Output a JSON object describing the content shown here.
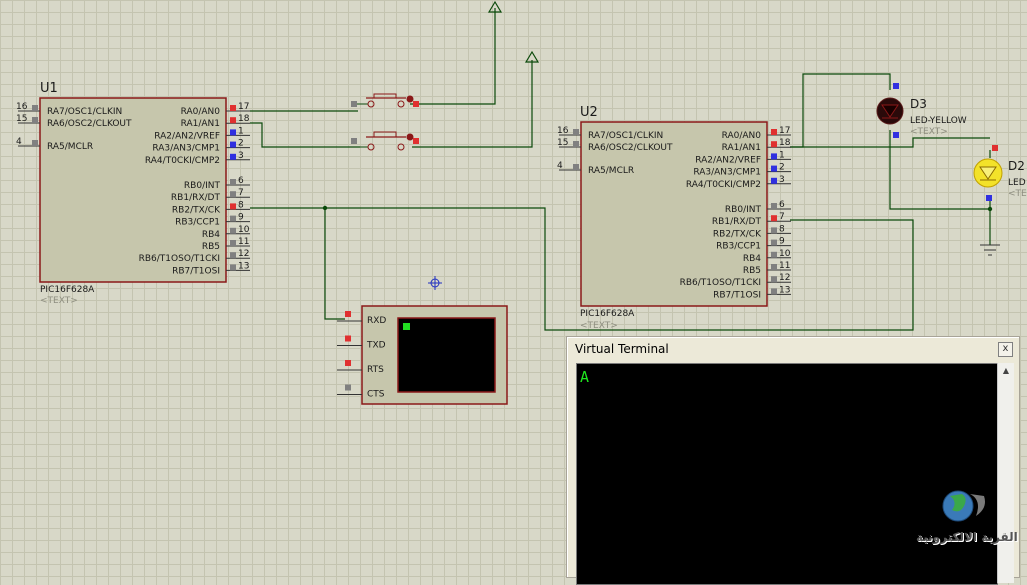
{
  "u1": {
    "ref": "U1",
    "part": "PIC16F628A",
    "text": "<TEXT>",
    "left_pins": [
      {
        "num": "16",
        "label": "RA7/OSC1/CLKIN"
      },
      {
        "num": "15",
        "label": "RA6/OSC2/CLKOUT"
      },
      {
        "num": "4",
        "label": "RA5/MCLR"
      }
    ],
    "right_pins": [
      {
        "num": "17",
        "label": "RA0/AN0"
      },
      {
        "num": "18",
        "label": "RA1/AN1"
      },
      {
        "num": "1",
        "label": "RA2/AN2/VREF"
      },
      {
        "num": "2",
        "label": "RA3/AN3/CMP1"
      },
      {
        "num": "3",
        "label": "RA4/T0CKI/CMP2"
      },
      {
        "num": "6",
        "label": "RB0/INT"
      },
      {
        "num": "7",
        "label": "RB1/RX/DT"
      },
      {
        "num": "8",
        "label": "RB2/TX/CK"
      },
      {
        "num": "9",
        "label": "RB3/CCP1"
      },
      {
        "num": "10",
        "label": "RB4"
      },
      {
        "num": "11",
        "label": "RB5"
      },
      {
        "num": "12",
        "label": "RB6/T1OSO/T1CKI"
      },
      {
        "num": "13",
        "label": "RB7/T1OSI"
      }
    ]
  },
  "u2": {
    "ref": "U2",
    "part": "PIC16F628A",
    "text": "<TEXT>",
    "left_pins": [
      {
        "num": "16",
        "label": "RA7/OSC1/CLKIN"
      },
      {
        "num": "15",
        "label": "RA6/OSC2/CLKOUT"
      },
      {
        "num": "4",
        "label": "RA5/MCLR"
      }
    ],
    "right_pins": [
      {
        "num": "17",
        "label": "RA0/AN0"
      },
      {
        "num": "18",
        "label": "RA1/AN1"
      },
      {
        "num": "1",
        "label": "RA2/AN2/VREF"
      },
      {
        "num": "2",
        "label": "RA3/AN3/CMP1"
      },
      {
        "num": "3",
        "label": "RA4/T0CKI/CMP2"
      },
      {
        "num": "6",
        "label": "RB0/INT"
      },
      {
        "num": "7",
        "label": "RB1/RX/DT"
      },
      {
        "num": "8",
        "label": "RB2/TX/CK"
      },
      {
        "num": "9",
        "label": "RB3/CCP1"
      },
      {
        "num": "10",
        "label": "RB4"
      },
      {
        "num": "11",
        "label": "RB5"
      },
      {
        "num": "12",
        "label": "RB6/T1OSO/T1CKI"
      },
      {
        "num": "13",
        "label": "RB7/T1OSI"
      }
    ]
  },
  "vt_component": {
    "pins": [
      "RXD",
      "TXD",
      "RTS",
      "CTS"
    ]
  },
  "d3": {
    "ref": "D3",
    "type": "LED-YELLOW",
    "text": "<TEXT>"
  },
  "d2": {
    "ref": "D2",
    "type": "LED",
    "text": "<TE"
  },
  "terminal": {
    "title": "Virtual Terminal",
    "close": "x",
    "output": "A"
  },
  "watermark": {
    "text": "القرية الالكترونية"
  },
  "colors": {
    "grid_bg": "#d8d8c8",
    "chip_fill": "#c6c6ac",
    "chip_border": "#8a1818",
    "wire": "#0b4a0b",
    "pin_red": "#e03030",
    "pin_blue": "#3030e0",
    "pin_gray": "#808080",
    "led_yellow": "#f3e22a",
    "led_dark": "#2a0a0a",
    "terminal_text": "#1ee61e"
  }
}
